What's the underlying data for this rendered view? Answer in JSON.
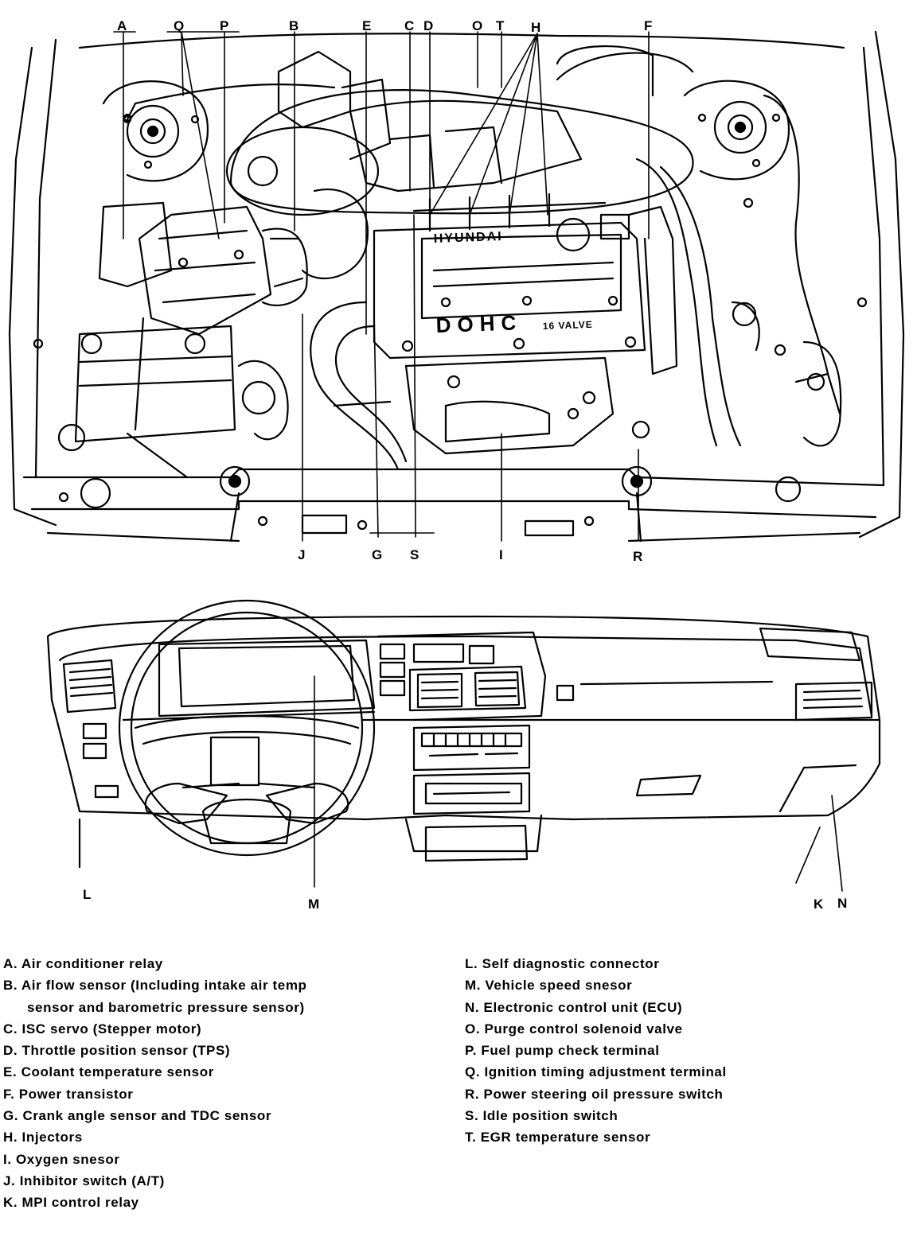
{
  "engine_callouts": {
    "A": "A",
    "Q": "Q",
    "P": "P",
    "B": "B",
    "E": "E",
    "C": "C",
    "D": "D",
    "O": "O",
    "T": "T",
    "H": "H",
    "F": "F",
    "J": "J",
    "G": "G",
    "S": "S",
    "I": "I",
    "R": "R"
  },
  "dash_callouts": {
    "L": "L",
    "M": "M",
    "K": "K",
    "N": "N"
  },
  "engine_markings": {
    "brand": "HYUNDAI",
    "cam": "DOHC",
    "valves": "16 VALVE"
  },
  "legend_left": [
    "A.  Air conditioner relay",
    "B.  Air flow sensor (Including intake air temp",
    "sensor and barometric pressure sensor)",
    "C.  ISC servo (Stepper motor)",
    "D.  Throttle position sensor (TPS)",
    "E.  Coolant temperature sensor",
    "F.  Power transistor",
    "G.  Crank angle sensor and TDC sensor",
    "H.  Injectors",
    "I.  Oxygen snesor",
    "J.  Inhibitor switch (A/T)",
    "K.  MPI control relay"
  ],
  "legend_right": [
    "L.  Self diagnostic connector",
    "M.  Vehicle speed snesor",
    "N.  Electronic control unit (ECU)",
    "O.  Purge control solenoid valve",
    "P.  Fuel pump check terminal",
    "Q.  Ignition timing adjustment terminal",
    "R.  Power steering oil pressure switch",
    "S.  Idle position switch",
    "T.  EGR temperature sensor"
  ]
}
